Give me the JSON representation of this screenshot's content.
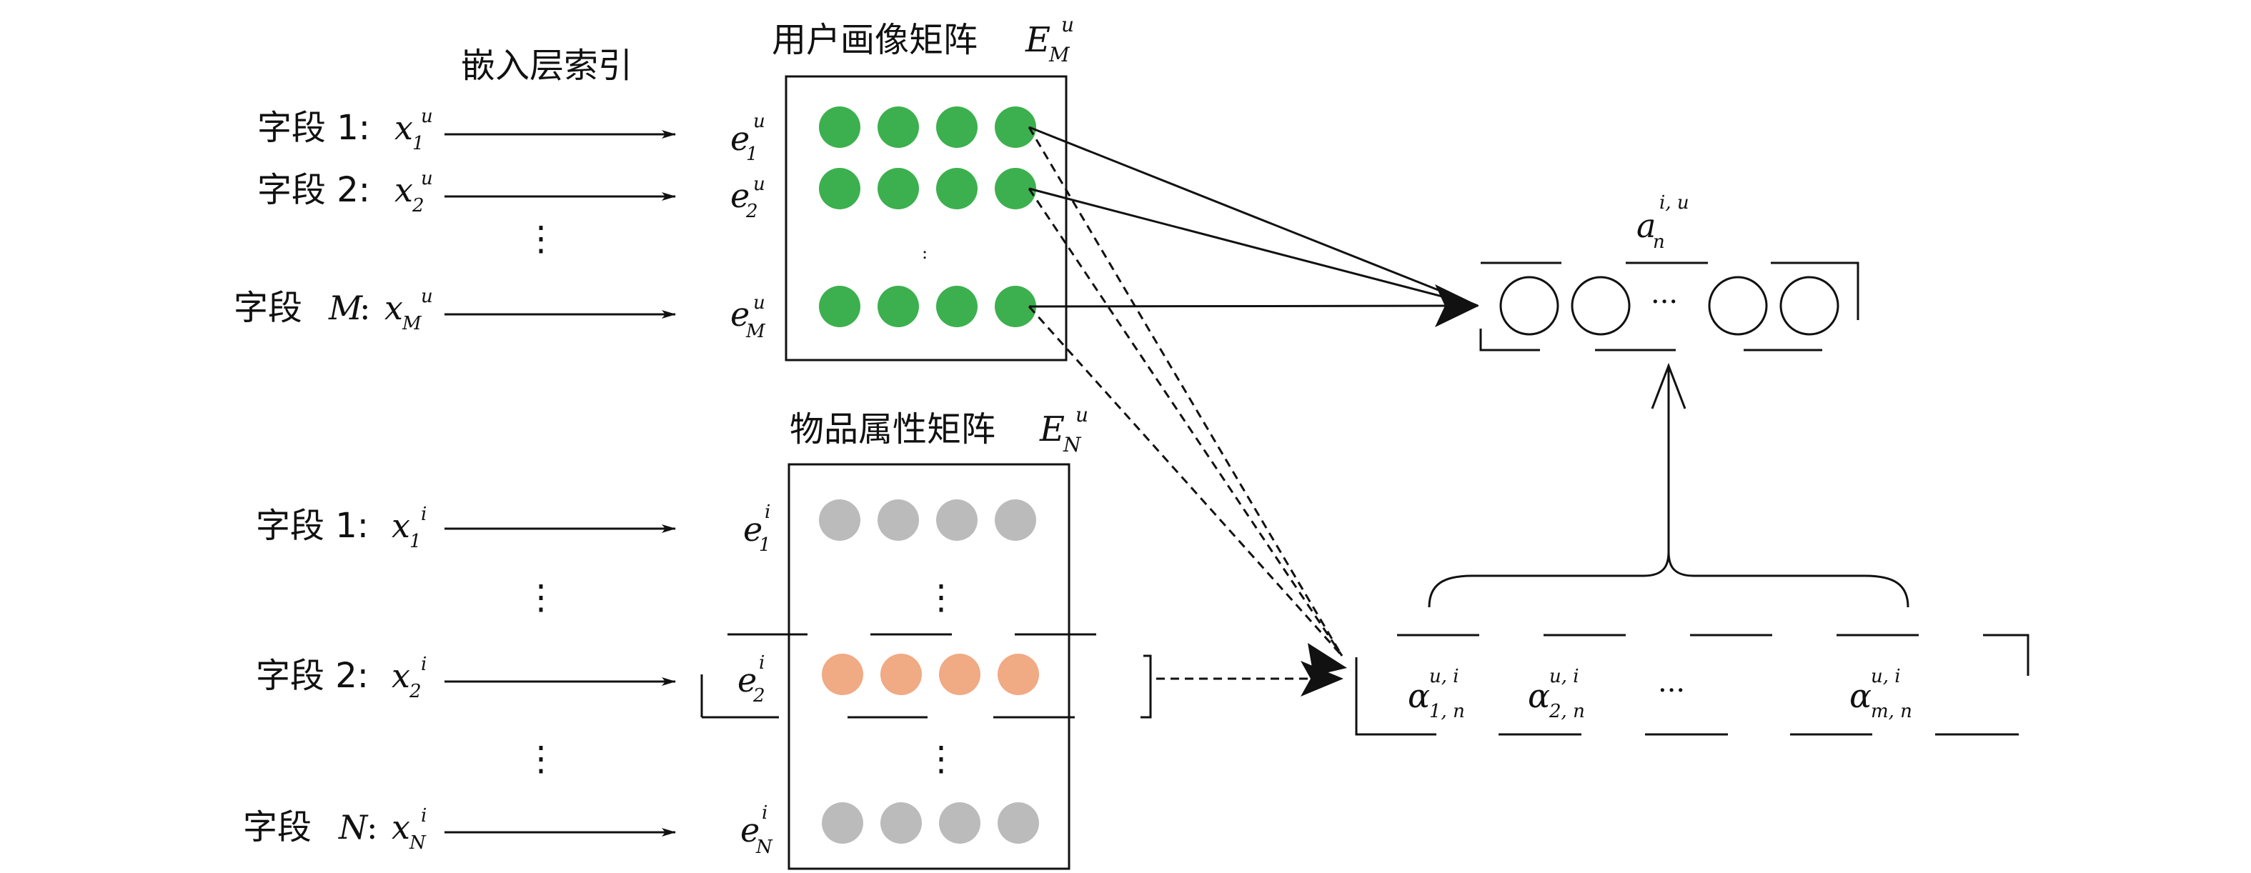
{
  "colors": {
    "user_dot": "#3cb04e",
    "item_dot_gray": "#bbbbbb",
    "item_dot_highlight": "#f0aa84",
    "stroke": "#111111"
  },
  "header": {
    "embedding_index": "嵌入层索引",
    "user_matrix_title": "用户画像矩阵",
    "item_matrix_title": "物品属性矩阵",
    "user_matrix_symbol": "E",
    "user_matrix_sub": "M",
    "user_matrix_sup": "u",
    "item_matrix_symbol": "E",
    "item_matrix_sub": "N",
    "item_matrix_sup": "u"
  },
  "user_fields": [
    {
      "label": "字段 1:",
      "var": "x",
      "sub": "1",
      "sup": "u",
      "emb": "e",
      "emb_sub": "1",
      "emb_sup": "u"
    },
    {
      "label": "字段 2:",
      "var": "x",
      "sub": "2",
      "sup": "u",
      "emb": "e",
      "emb_sub": "2",
      "emb_sup": "u"
    },
    {
      "label": "字段",
      "label_var": "M",
      "var": "x",
      "sub": "M",
      "sup": "u",
      "emb": "e",
      "emb_sub": "M",
      "emb_sup": "u"
    }
  ],
  "item_fields": [
    {
      "label": "字段 1:",
      "var": "x",
      "sub": "1",
      "sup": "i",
      "emb": "e",
      "emb_sub": "1",
      "emb_sup": "i"
    },
    {
      "label": "字段 2:",
      "var": "x",
      "sub": "2",
      "sup": "i",
      "emb": "e",
      "emb_sub": "2",
      "emb_sup": "i"
    },
    {
      "label": "字段",
      "label_var": "N",
      "var": "x",
      "sub": "N",
      "sup": "i",
      "emb": "e",
      "emb_sub": "N",
      "emb_sup": "i"
    }
  ],
  "ellipsis_v": "⋮",
  "ellipsis_h": "···",
  "attention_output": {
    "symbol": "a",
    "sub": "n",
    "sup": "i, u"
  },
  "alpha_vector": [
    {
      "symbol": "α",
      "sub": "1, n",
      "sup": "u, i"
    },
    {
      "symbol": "α",
      "sub": "2, n",
      "sup": "u, i"
    },
    {
      "symbol": "···"
    },
    {
      "symbol": "α",
      "sub": "m, n",
      "sup": "u, i"
    }
  ]
}
